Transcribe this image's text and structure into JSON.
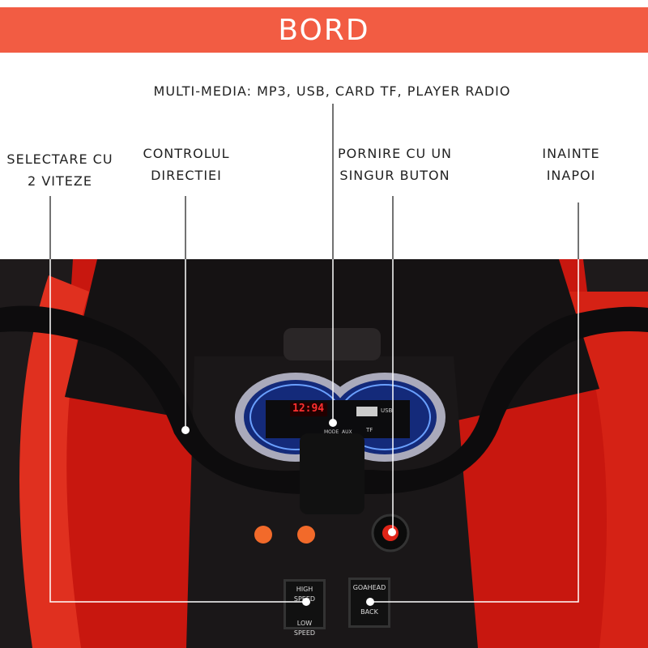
{
  "header": {
    "title": "BORD"
  },
  "callouts": {
    "multimedia": "MULTI-MEDIA: MP3, USB, CARD TF, PLAYER RADIO",
    "speed": [
      "SELECTARE CU",
      "2 VITEZE"
    ],
    "steering": [
      "CONTROLUL",
      "DIRECTIEI"
    ],
    "start": [
      "PORNIRE CU UN",
      "SINGUR BUTON"
    ],
    "direction": [
      "INAINTE",
      "INAPOI"
    ]
  },
  "dashboard": {
    "display": "12:94",
    "usb": "USB",
    "tf": "TF",
    "aux": "AUX",
    "mode": "MODE",
    "speed_switch": [
      "HIGH SPEED",
      "LOW SPEED"
    ],
    "direction_switch": [
      "GOAHEAD",
      "BACK"
    ]
  },
  "colors": {
    "accent": "#f25c43",
    "body": "#c8170f"
  }
}
